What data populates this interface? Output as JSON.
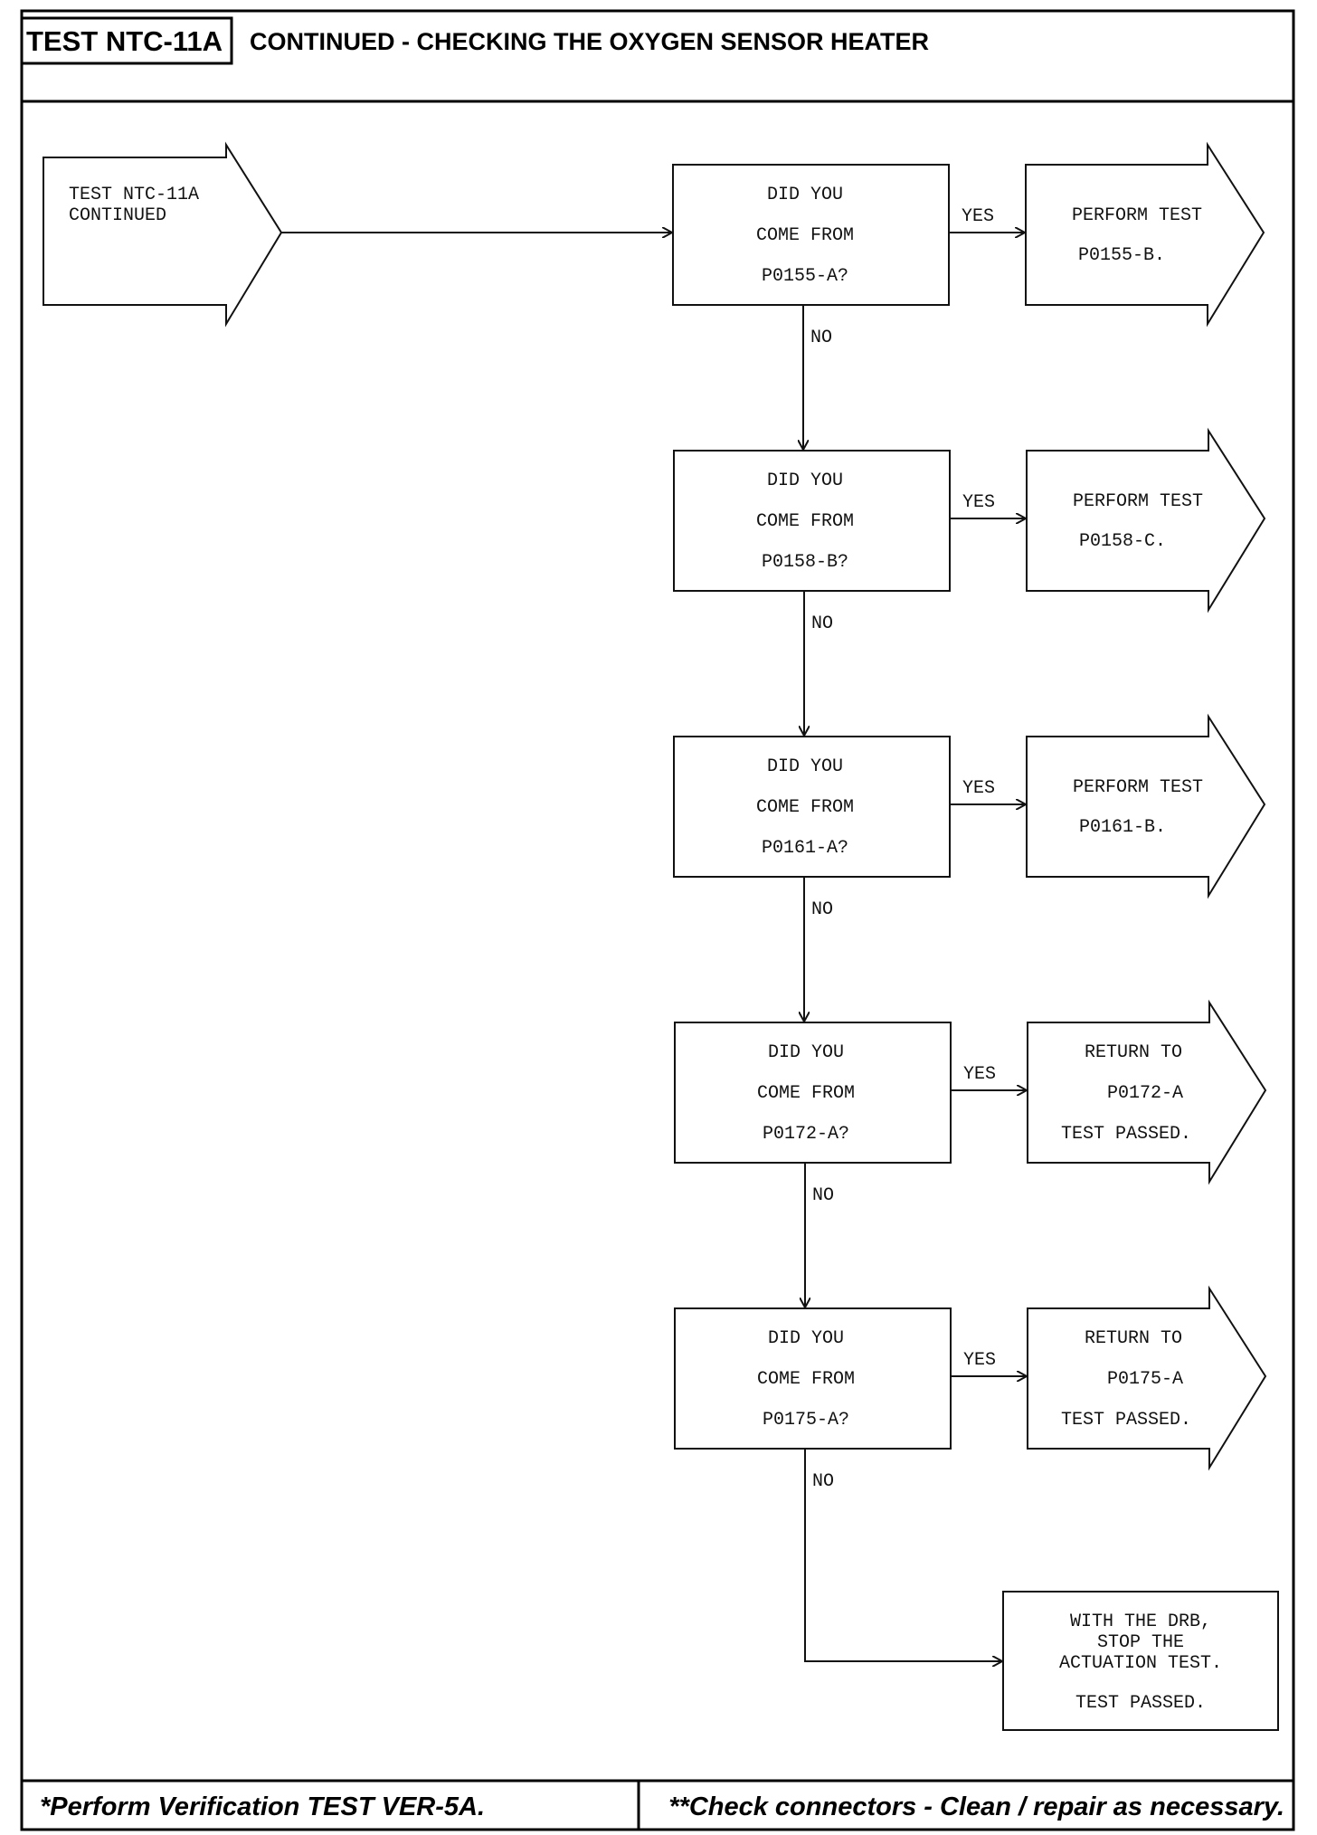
{
  "header": {
    "test_id": "TEST NTC-11A",
    "title": "CONTINUED - CHECKING THE OXYGEN SENSOR HEATER"
  },
  "start": {
    "line1": "TEST NTC-11A",
    "line2": "CONTINUED"
  },
  "decisions": [
    {
      "line1": "DID YOU",
      "line2": "COME FROM",
      "line3": "P0155-A?"
    },
    {
      "line1": "DID YOU",
      "line2": "COME FROM",
      "line3": "P0158-B?"
    },
    {
      "line1": "DID YOU",
      "line2": "COME FROM",
      "line3": "P0161-A?"
    },
    {
      "line1": "DID YOU",
      "line2": "COME FROM",
      "line3": "P0172-A?"
    },
    {
      "line1": "DID YOU",
      "line2": "COME FROM",
      "line3": "P0175-A?"
    }
  ],
  "outcomes": [
    {
      "line1": "PERFORM TEST",
      "line2": "P0155-B."
    },
    {
      "line1": "PERFORM TEST",
      "line2": "P0158-C."
    },
    {
      "line1": "PERFORM TEST",
      "line2": "P0161-B."
    },
    {
      "line1": "RETURN TO",
      "line2": "P0172-A",
      "line3": "TEST PASSED."
    },
    {
      "line1": "RETURN TO",
      "line2": "P0175-A",
      "line3": "TEST PASSED."
    }
  ],
  "labels": {
    "yes": "YES",
    "no": "NO"
  },
  "final": {
    "line1": "WITH THE DRB,",
    "line2": "STOP THE",
    "line3": "ACTUATION TEST.",
    "line4": "TEST PASSED."
  },
  "footer": {
    "left": "*Perform Verification TEST VER-5A.",
    "right": "**Check connectors - Clean / repair as necessary."
  }
}
